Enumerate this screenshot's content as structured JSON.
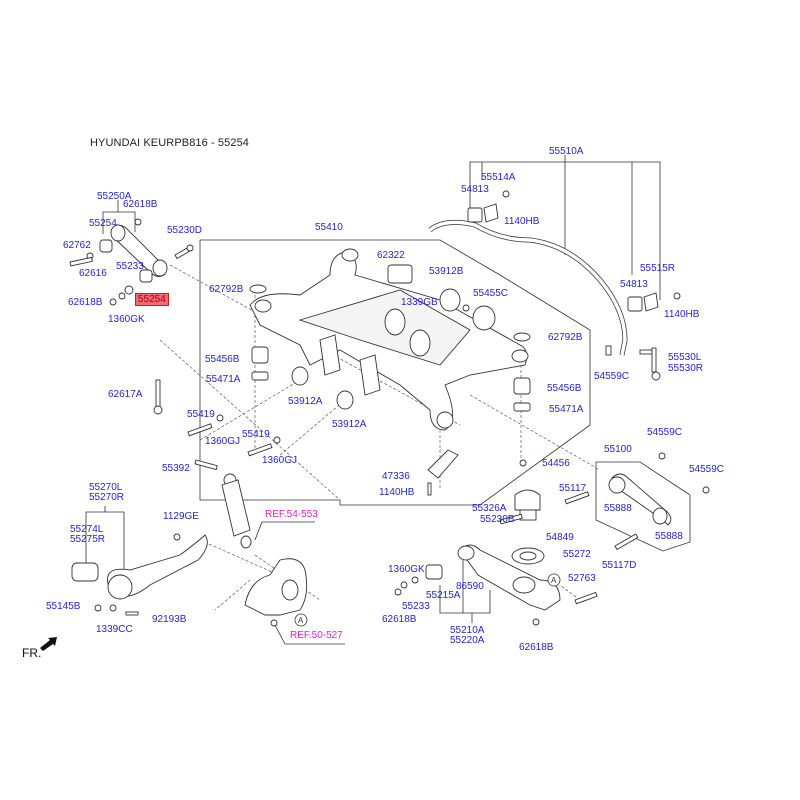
{
  "title": "HYUNDAI KEURPB816 - 55254",
  "highlighted_part": "55254",
  "front_indicator": "FR.",
  "callout_marker": "A",
  "references": {
    "shock": "REF.54-553",
    "knuckle": "REF.50-527"
  },
  "labels": {
    "p55250A": "55250A",
    "p62618B_a": "62618B",
    "p55254_a": "55254",
    "p55230D": "55230D",
    "p62762": "62762",
    "p62616": "62616",
    "p55233_a": "55233",
    "p62618B_b": "62618B",
    "p1360GK_a": "1360GK",
    "p55410": "55410",
    "p62322": "62322",
    "p53912B": "53912B",
    "p1339GB": "1339GB",
    "p55455C": "55455C",
    "p62792B_a": "62792B",
    "p62792B_b": "62792B",
    "p55456B_a": "55456B",
    "p55456B_b": "55456B",
    "p55471A_a": "55471A",
    "p55471A_b": "55471A",
    "p53912A_a": "53912A",
    "p53912A_b": "53912A",
    "p62617A": "62617A",
    "p55419_a": "55419",
    "p55419_b": "55419",
    "p1360GJ_a": "1360GJ",
    "p1360GJ_b": "1360GJ",
    "p55392": "55392",
    "p47336": "47336",
    "p1140HB_c": "1140HB",
    "p54456": "54456",
    "p55510A": "55510A",
    "p55514A": "55514A",
    "p54813_a": "54813",
    "p1140HB_a": "1140HB",
    "p55515R": "55515R",
    "p54813_b": "54813",
    "p1140HB_b": "1140HB",
    "p54559C_a": "54559C",
    "p55530L": "55530L",
    "p55530R": "55530R",
    "p54559C_b": "54559C",
    "p54559C_c": "54559C",
    "p55100": "55100",
    "p55117": "55117",
    "p55888_a": "55888",
    "p55888_b": "55888",
    "p55117D": "55117D",
    "p55326A": "55326A",
    "p55230B": "55230B",
    "p54849": "54849",
    "p55272": "55272",
    "p52763": "52763",
    "p1360GK_b": "1360GK",
    "p86590": "86590",
    "p55215A": "55215A",
    "p55233_b": "55233",
    "p62618B_c": "62618B",
    "p62618B_d": "62618B",
    "p55210A": "55210A",
    "p55220A": "55220A",
    "p55270L": "55270L",
    "p55270R": "55270R",
    "p55274L": "55274L",
    "p55275R": "55275R",
    "p1129GE": "1129GE",
    "p55145B": "55145B",
    "p1339CC": "1339CC",
    "p92193B": "92193B"
  },
  "colors": {
    "label": "#2424d8",
    "reference": "#e020d0",
    "highlight_bg": "#f26a7a"
  }
}
